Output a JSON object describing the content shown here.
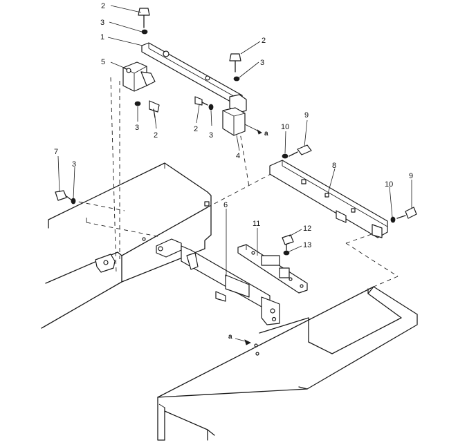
{
  "diagram": {
    "colors": {
      "ink": "#1a1a1a",
      "paper": "#ffffff"
    },
    "callouts": [
      {
        "id": "c2a",
        "text": "2"
      },
      {
        "id": "c3a",
        "text": "3"
      },
      {
        "id": "c1",
        "text": "1"
      },
      {
        "id": "c5",
        "text": "5"
      },
      {
        "id": "c2b",
        "text": "2"
      },
      {
        "id": "c3b",
        "text": "3"
      },
      {
        "id": "c3c",
        "text": "3"
      },
      {
        "id": "c2c",
        "text": "2"
      },
      {
        "id": "c2d",
        "text": "2"
      },
      {
        "id": "c3d",
        "text": "3"
      },
      {
        "id": "c4",
        "text": "4"
      },
      {
        "id": "ca1",
        "text": "a"
      },
      {
        "id": "c9a",
        "text": "9"
      },
      {
        "id": "c10a",
        "text": "10"
      },
      {
        "id": "c7",
        "text": "7"
      },
      {
        "id": "c3e",
        "text": "3"
      },
      {
        "id": "c8",
        "text": "8"
      },
      {
        "id": "c10b",
        "text": "10"
      },
      {
        "id": "c9b",
        "text": "9"
      },
      {
        "id": "c6",
        "text": "6"
      },
      {
        "id": "c11",
        "text": "11"
      },
      {
        "id": "c12",
        "text": "12"
      },
      {
        "id": "c13",
        "text": "13"
      },
      {
        "id": "ca2",
        "text": "a"
      }
    ]
  }
}
